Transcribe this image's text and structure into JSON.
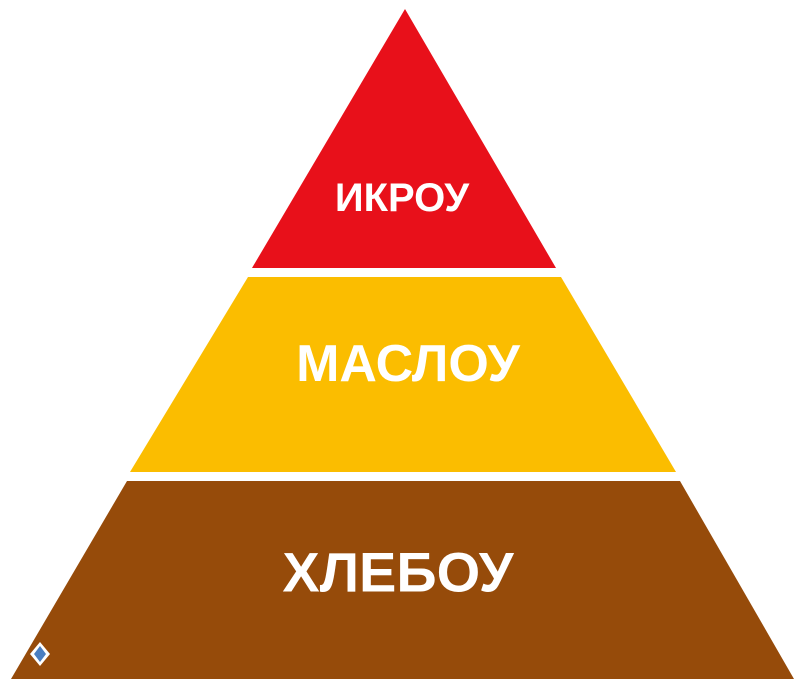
{
  "pyramid": {
    "levels": [
      {
        "label": "ИКРОУ",
        "color": "#e8101a"
      },
      {
        "label": "МАСЛОУ",
        "color": "#fbbd00"
      },
      {
        "label": "ХЛЕБОУ",
        "color": "#964b0a"
      }
    ]
  },
  "watermark": {
    "icon": "book-icon",
    "color": "#4a7ec0"
  }
}
